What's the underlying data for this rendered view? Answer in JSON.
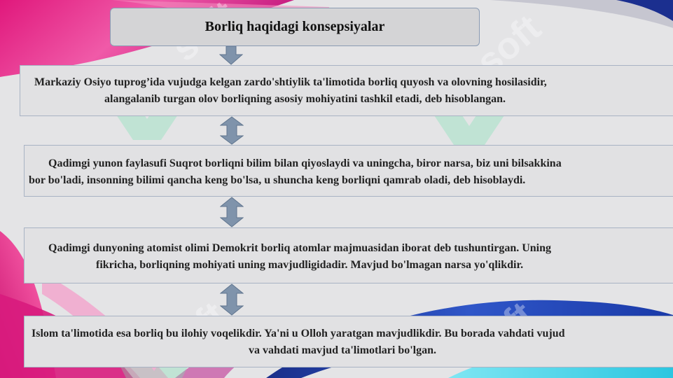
{
  "title": "Borliq haqidagi konsepsiyalar",
  "watermark": "soft",
  "colors": {
    "box_fill": "#e1e1e3",
    "box_border": "#a8b3c4",
    "arrow_fill": "#7f93ab",
    "text": "#222222"
  },
  "blocks": [
    {
      "line1": "Markaziy Osiyo tuprog’ida vujudga kelgan zardo'shtiylik ta'limotida borliq quyosh  va olovning hosilasidir,",
      "line2": "alangalanib turgan olov borliqning asosiy mohiyatini tashkil etadi, deb hisoblangan."
    },
    {
      "line1": "Qadimgi yunon faylasufi Suqrot borliqni bilim bilan qiyoslaydi va uningcha, biror narsa, biz uni bilsakkina",
      "line2": "bor bo'ladi, insonning bilimi qancha keng bo'lsa, u shuncha keng borliqni qamrab oladi, deb hisoblaydi."
    },
    {
      "line1": "Qadimgi dunyoning atomist olimi Demokrit borliq atomlar majmuasidan iborat deb tushuntirgan. Uning",
      "line2": "fikricha, borliqning mohiyati uning mavjudligidadir. Mavjud bo'lmagan narsa yo'qlikdir."
    },
    {
      "line1": "Islom ta'limotida esa borliq bu ilohiy voqelikdir. Ya'ni u Olloh yaratgan mavjudlikdir. Bu borada vahdati vujud",
      "line2": "va vahdati mavjud ta'limotlari bo'lgan."
    }
  ]
}
